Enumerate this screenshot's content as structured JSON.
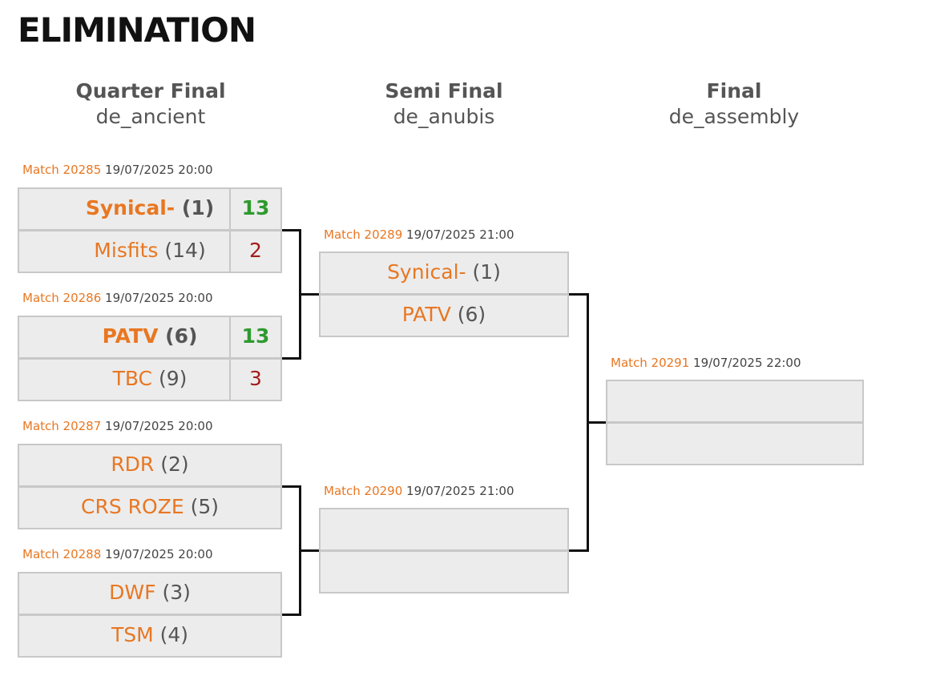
{
  "title": "ELIMINATION",
  "rounds": [
    {
      "name": "Quarter Final",
      "map": "de_ancient"
    },
    {
      "name": "Semi Final",
      "map": "de_anubis"
    },
    {
      "name": "Final",
      "map": "de_assembly"
    }
  ],
  "matches": {
    "m20285": {
      "id": "Match 20285",
      "time": "19/07/2025 20:00",
      "t1": {
        "name": "Synical-",
        "seed": "(1)",
        "score": "13"
      },
      "t2": {
        "name": "Misfits",
        "seed": "(14)",
        "score": "2"
      }
    },
    "m20286": {
      "id": "Match 20286",
      "time": "19/07/2025 20:00",
      "t1": {
        "name": "PATV",
        "seed": "(6)",
        "score": "13"
      },
      "t2": {
        "name": "TBC",
        "seed": "(9)",
        "score": "3"
      }
    },
    "m20287": {
      "id": "Match 20287",
      "time": "19/07/2025 20:00",
      "t1": {
        "name": "RDR",
        "seed": "(2)"
      },
      "t2": {
        "name": "CRS ROZE",
        "seed": "(5)"
      }
    },
    "m20288": {
      "id": "Match 20288",
      "time": "19/07/2025 20:00",
      "t1": {
        "name": "DWF",
        "seed": "(3)"
      },
      "t2": {
        "name": "TSM",
        "seed": "(4)"
      }
    },
    "m20289": {
      "id": "Match 20289",
      "time": "19/07/2025 21:00",
      "t1": {
        "name": "Synical-",
        "seed": "(1)"
      },
      "t2": {
        "name": "PATV",
        "seed": "(6)"
      }
    },
    "m20290": {
      "id": "Match 20290",
      "time": "19/07/2025 21:00"
    },
    "m20291": {
      "id": "Match 20291",
      "time": "19/07/2025 22:00"
    }
  }
}
